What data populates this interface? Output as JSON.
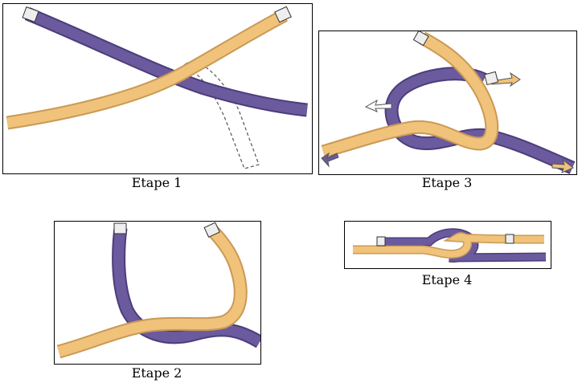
{
  "steps": [
    {
      "label": "Etape 1"
    },
    {
      "label": "Etape 3"
    },
    {
      "label": "Etape 2"
    },
    {
      "label": "Etape 4"
    }
  ],
  "colors": {
    "purple": "#6b5a9e",
    "purple_dark": "#4c3d7a",
    "tan": "#f0c27a",
    "tan_dark": "#c99a55",
    "border": "#000000"
  }
}
